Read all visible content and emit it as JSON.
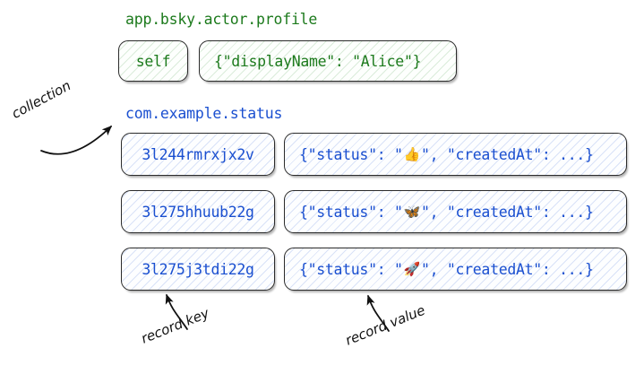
{
  "diagram": {
    "title_hidden": "",
    "collections": [
      {
        "name": "app.bsky.actor.profile",
        "color": "#1c7a1c",
        "records": [
          {
            "key": "self",
            "value_prefix": "{\"displayName\": \"Alice\"}",
            "emoji": "",
            "value_suffix": ""
          }
        ]
      },
      {
        "name": "com.example.status",
        "color": "#1a4fd0",
        "records": [
          {
            "key": "3l244rmrxjx2v",
            "value_prefix": "{\"status\": \"",
            "emoji": "👍",
            "value_suffix": "\", \"createdAt\": ...}"
          },
          {
            "key": "3l275hhuub22g",
            "value_prefix": "{\"status\": \"",
            "emoji": "🦋",
            "value_suffix": "\", \"createdAt\": ...}"
          },
          {
            "key": "3l275j3tdi22g",
            "value_prefix": "{\"status\": \"",
            "emoji": "🚀",
            "value_suffix": "\", \"createdAt\": ...}"
          }
        ]
      }
    ],
    "annotations": {
      "collection": "collection",
      "record_key": "record key",
      "record_value": "record value"
    },
    "colors": {
      "green": "#1c7a1c",
      "blue": "#1a4fd0",
      "border": "#2b2b2b",
      "background": "#ffffff",
      "annotation": "#111111"
    }
  }
}
